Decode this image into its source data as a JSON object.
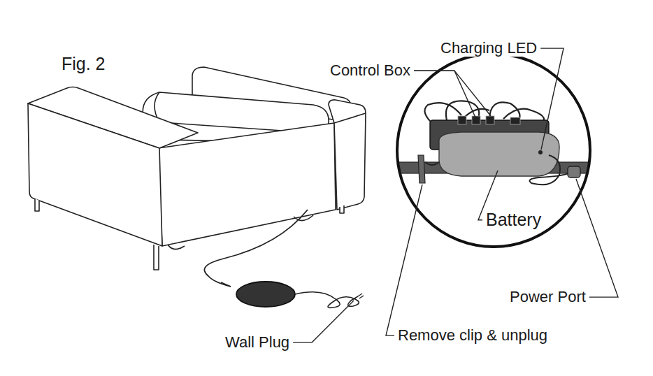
{
  "diagram": {
    "labels": [
      "Fig. 2",
      "Control Box",
      "Charging LED",
      "Battery",
      "Power Port",
      "Wall Plug",
      "Remove clip & unplug"
    ]
  }
}
